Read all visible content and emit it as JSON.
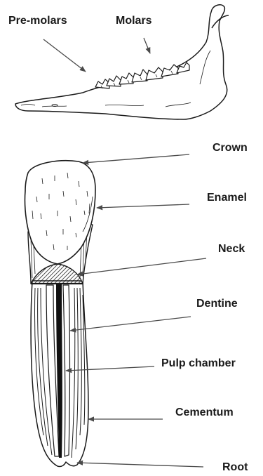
{
  "jaw_labels": {
    "premolars": "Pre-molars",
    "molars": "Molars"
  },
  "tooth_labels": {
    "crown": "Crown",
    "enamel": "Enamel",
    "neck": "Neck",
    "dentine": "Dentine",
    "pulp_chamber": "Pulp chamber",
    "cementum": "Cementum",
    "root": "Root"
  },
  "colors": {
    "ink": "#1a1a1a",
    "arrow": "#4a4a4a",
    "background": "#ffffff"
  }
}
